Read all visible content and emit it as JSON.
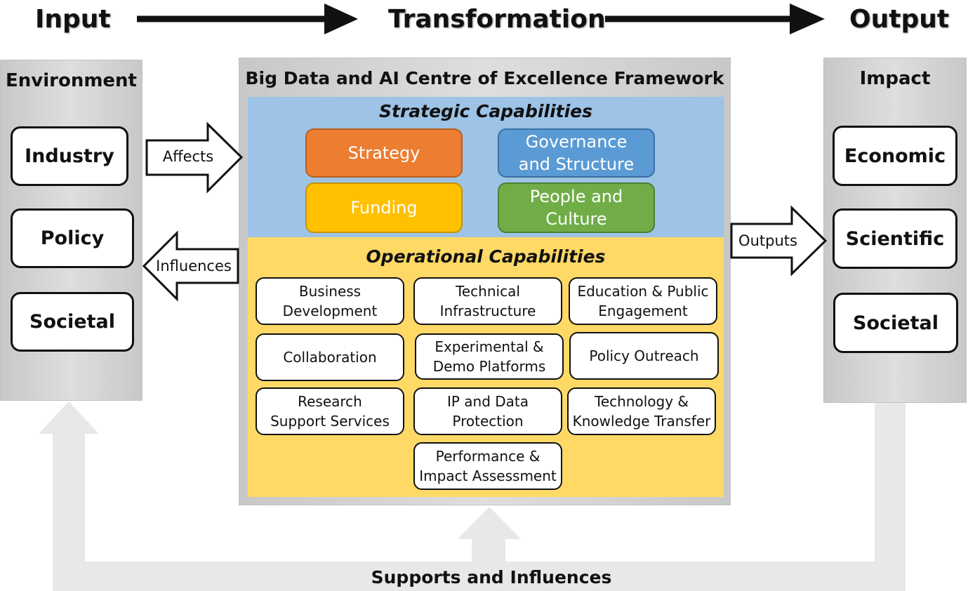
{
  "flow": {
    "input": "Input",
    "transformation": "Transformation",
    "output": "Output"
  },
  "environment": {
    "title": "Environment",
    "items": [
      "Industry",
      "Policy",
      "Societal"
    ]
  },
  "impact": {
    "title": "Impact",
    "items": [
      "Economic",
      "Scientific",
      "Societal"
    ]
  },
  "framework": {
    "title": "Big Data and AI Centre of Excellence Framework",
    "strategic": {
      "title": "Strategic Capabilities",
      "items": [
        "Strategy",
        "Governance\nand Structure",
        "Funding",
        "People and\nCulture"
      ]
    },
    "operational": {
      "title": "Operational Capabilities",
      "items": [
        "Business\nDevelopment",
        "Technical\nInfrastructure",
        "Education & Public\nEngagement",
        "Collaboration",
        "Experimental &\nDemo Platforms",
        "Policy Outreach",
        "Research\nSupport Services",
        "IP and Data\nProtection",
        "Technology &\nKnowledge Transfer",
        "Performance &\nImpact Assessment"
      ]
    }
  },
  "arrows": {
    "affects": "Affects",
    "influences": "Influences",
    "outputs": "Outputs",
    "feedback": "Supports and Influences"
  },
  "colors": {
    "strategy": "#ed7d31",
    "governance": "#5b9bd5",
    "funding": "#ffc000",
    "people": "#70ad47",
    "strategic_bg": "#9dc3e6",
    "operational_bg": "#ffd966",
    "panel_gray": "#d3d3d3",
    "feedback_gray": "#e7e7e7"
  }
}
